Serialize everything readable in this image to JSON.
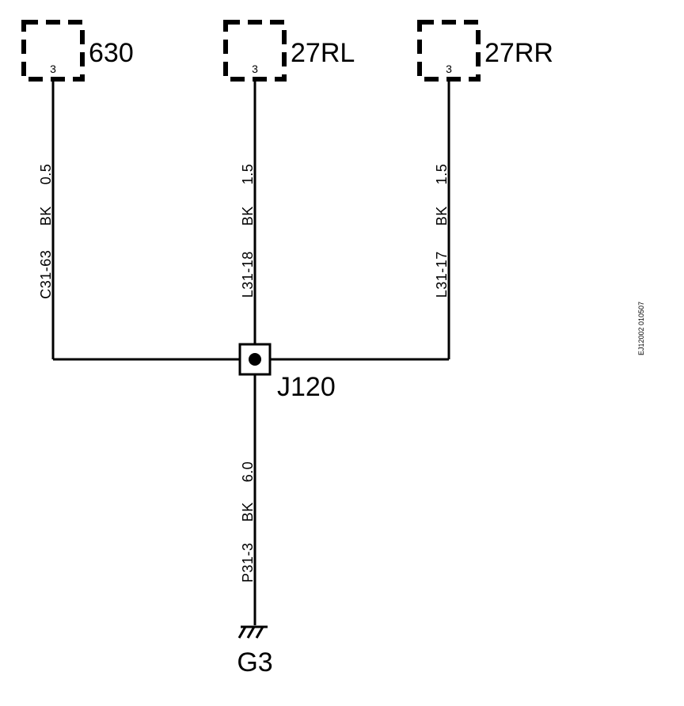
{
  "connectors": [
    {
      "id": "630",
      "pin": "3"
    },
    {
      "id": "27RL",
      "pin": "3"
    },
    {
      "id": "27RR",
      "pin": "3"
    }
  ],
  "wires": [
    {
      "circuit": "C31-63",
      "color": "BK",
      "gauge": "0.5"
    },
    {
      "circuit": "L31-18",
      "color": "BK",
      "gauge": "1.5"
    },
    {
      "circuit": "L31-17",
      "color": "BK",
      "gauge": "1.5"
    },
    {
      "circuit": "P31-3",
      "color": "BK",
      "gauge": "6.0"
    }
  ],
  "splice": {
    "id": "J120"
  },
  "ground": {
    "id": "G3"
  },
  "figure_code": "EJ12002 010507"
}
